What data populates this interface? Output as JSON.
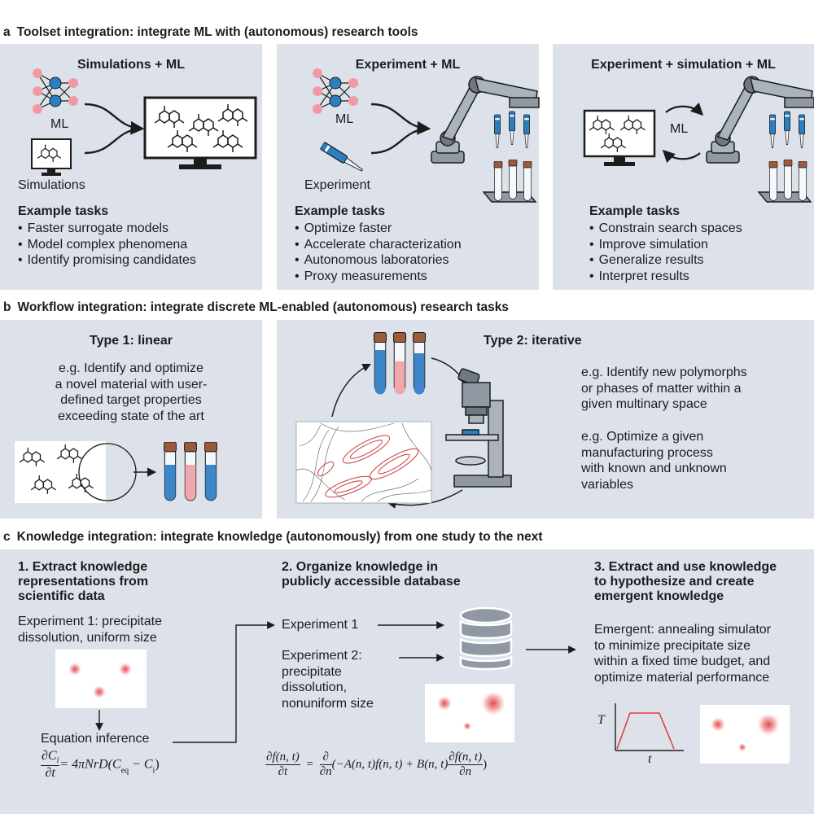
{
  "sections": {
    "a": {
      "letter": "a",
      "title": "Toolset integration: integrate ML with (autonomous) research tools"
    },
    "b": {
      "letter": "b",
      "title": "Workflow integration: integrate discrete ML-enabled (autonomous) research tasks"
    },
    "c": {
      "letter": "c",
      "title": "Knowledge integration: integrate knowledge (autonomously) from one study to the next"
    }
  },
  "panel_a": {
    "sim_ml": {
      "title": "Simulations + ML",
      "ml_label": "ML",
      "sim_label": "Simulations",
      "tasks_heading": "Example tasks",
      "tasks": [
        "Faster surrogate models",
        "Model complex phenomena",
        "Identify promising candidates"
      ]
    },
    "exp_ml": {
      "title": "Experiment + ML",
      "ml_label": "ML",
      "exp_label": "Experiment",
      "tasks_heading": "Example tasks",
      "tasks": [
        "Optimize faster",
        "Accelerate characterization",
        "Autonomous laboratories",
        "Proxy measurements"
      ]
    },
    "exp_sim_ml": {
      "title": "Experiment + simulation + ML",
      "ml_label": "ML",
      "tasks_heading": "Example tasks",
      "tasks": [
        "Constrain search spaces",
        "Improve simulation",
        "Generalize results",
        "Interpret results"
      ]
    }
  },
  "panel_b": {
    "linear": {
      "title": "Type 1: linear",
      "desc": [
        "e.g. Identify and optimize",
        "a novel material with user-",
        "defined target properties",
        "exceeding state of the art"
      ]
    },
    "iterative": {
      "title": "Type 2: iterative",
      "desc1": [
        "e.g. Identify new polymorphs",
        "or phases of matter within a",
        "given multinary space"
      ],
      "desc2": [
        "e.g. Optimize a given",
        "manufacturing process",
        "with known and unknown",
        "variables"
      ]
    }
  },
  "panel_c": {
    "step1": {
      "title": [
        "1. Extract knowledge",
        "representations from",
        "scientific data"
      ],
      "exp_text": [
        "Experiment 1: precipitate",
        "dissolution, uniform size"
      ],
      "inference": "Equation inference",
      "eq": {
        "lhs_num": "∂C",
        "lhs_sub": "i",
        "lhs_den": "∂t",
        "rhs": "= 4πNrD(C",
        "rhs_sub1": "eq",
        "rhs_mid": " − C",
        "rhs_sub2": "i",
        "rhs_end": ")"
      }
    },
    "step2": {
      "title": [
        "2. Organize knowledge in",
        "publicly accessible database"
      ],
      "exp1": "Experiment 1",
      "exp2": [
        "Experiment 2:",
        "precipitate",
        "dissolution,",
        "nonuniform size"
      ],
      "eq": {
        "lhs_num": "∂f(n, t)",
        "lhs_den": "∂t",
        "eq_sign": "=",
        "op_num": "∂",
        "op_den": "∂n",
        "mid": "(−A(n, t)f(n, t) + B(n, t)",
        "frac_num": "∂f(n, t)",
        "frac_den": "∂n",
        "end": ")"
      }
    },
    "step3": {
      "title": [
        "3. Extract and use knowledge",
        "to hypothesize and create",
        "emergent knowledge"
      ],
      "desc": [
        "Emergent: annealing simulator",
        "to minimize precipitate size",
        "within a fixed time budget, and",
        "optimize material performance"
      ],
      "axis_y": "T",
      "axis_x": "t"
    }
  },
  "colors": {
    "panel": "#dde2ea",
    "ink": "#1c1c1c",
    "node_blue": "#2a7fc0",
    "node_pink": "#f19aa4",
    "tube_blue": "#3d86c9",
    "tube_pink": "#f0a7ad",
    "cork": "#9a5b3c",
    "spot_red": "#e04040",
    "robot_grey": "#8f98a3"
  }
}
